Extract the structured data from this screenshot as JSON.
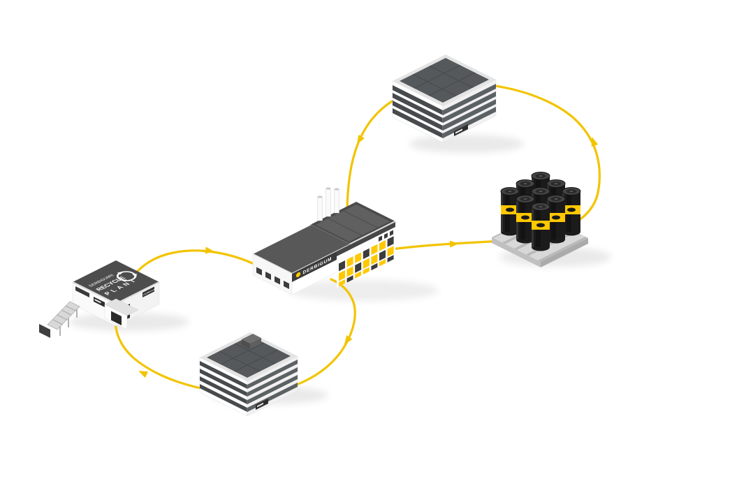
{
  "diagram_title": "",
  "colors": {
    "arrow_yellow": "#f2c400",
    "brand_yellow": "#ffc800",
    "roof_dark": "#4b4b4b",
    "roll_black": "#1b1b1b",
    "shadow_gray": "#e9e9e9",
    "wall_white": "#ffffff"
  },
  "factory": {
    "brand_label": "DERBIGUM"
  },
  "recycle_plant": {
    "brand_label": "DERBIGUM®",
    "line1": "RECYCLE",
    "line2": "PLANT",
    "sign_label": "DERBIGUM"
  },
  "cycle": {
    "edges": [
      {
        "from": "factory",
        "to": "membrane-rolls-pallet"
      },
      {
        "from": "membrane-rolls-pallet",
        "to": "building-top"
      },
      {
        "from": "building-top",
        "to": "factory"
      },
      {
        "from": "recycle-plant",
        "to": "factory"
      },
      {
        "from": "factory",
        "to": "building-bottom"
      },
      {
        "from": "building-bottom",
        "to": "recycle-plant"
      }
    ]
  }
}
